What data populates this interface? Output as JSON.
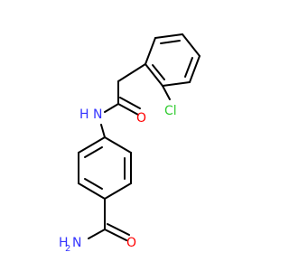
{
  "molecule": {
    "atoms": [
      {
        "id": "cl",
        "label": "Cl",
        "color": "#33cc33"
      },
      {
        "id": "o1",
        "label": "O",
        "color": "#ff0000"
      },
      {
        "id": "nh",
        "label": "H",
        "subtext": "N",
        "color": "#3333ff"
      },
      {
        "id": "o2",
        "label": "O",
        "color": "#ff0000"
      },
      {
        "id": "nh2",
        "label": "N",
        "sub": "2",
        "prefix": "H",
        "color": "#3333ff"
      }
    ]
  }
}
